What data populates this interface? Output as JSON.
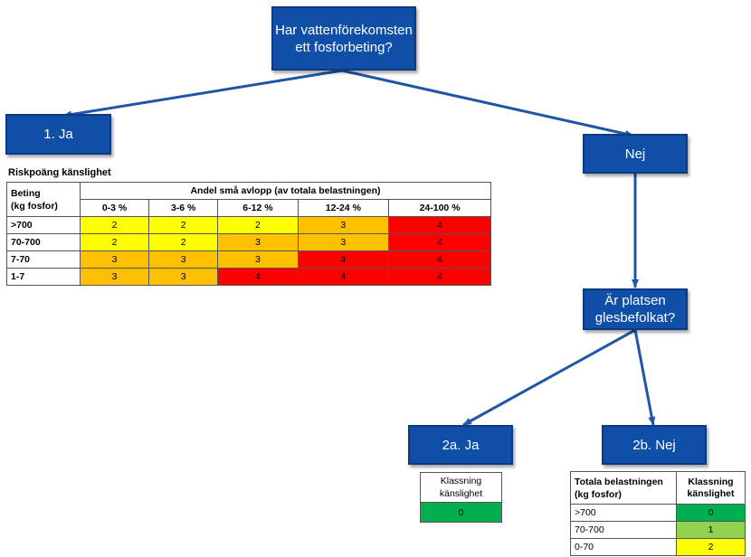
{
  "nodes": {
    "root": "Har vattenförekomsten ett fosforbeting?",
    "yes1": "1. Ja",
    "no1": "Nej",
    "sparse": "Är platsen glesbefolkat?",
    "yes2a": "2a. Ja",
    "no2b": "2b. Nej"
  },
  "risk_table": {
    "caption": "Riskpoäng känslighet",
    "row_header_line1": "Beting",
    "row_header_line2": "(kg fosfor)",
    "span_header": "Andel små avlopp (av totala belastningen)",
    "columns": [
      "0-3 %",
      "3-6 %",
      "6-12 %",
      "12-24 %",
      "24-100 %"
    ],
    "rows": [
      {
        "label": ">700",
        "values": [
          "2",
          "2",
          "2",
          "3",
          "4"
        ]
      },
      {
        "label": "70-700",
        "values": [
          "2",
          "2",
          "3",
          "3",
          "4"
        ]
      },
      {
        "label": "7-70",
        "values": [
          "3",
          "3",
          "3",
          "4",
          "4"
        ]
      },
      {
        "label": "1-7",
        "values": [
          "3",
          "3",
          "4",
          "4",
          "4"
        ]
      }
    ]
  },
  "class_2a": {
    "header_line1": "Klassning",
    "header_line2": "känslighet",
    "value": "0"
  },
  "class_2b": {
    "col1_line1": "Totala belastningen",
    "col1_line2": "(kg fosfor)",
    "col2_line1": "Klassning",
    "col2_line2": "känslighet",
    "rows": [
      {
        "label": ">700",
        "value": "0"
      },
      {
        "label": "70-700",
        "value": "1"
      },
      {
        "label": "0-70",
        "value": "2"
      }
    ]
  },
  "colors": {
    "box": "#0f4fa8",
    "arrow": "#1f56a8",
    "score2": "#ffff00",
    "score3": "#ffc000",
    "score4": "#ff0000",
    "class0": "#00b050",
    "class1": "#92d050",
    "class2": "#ffff00"
  }
}
